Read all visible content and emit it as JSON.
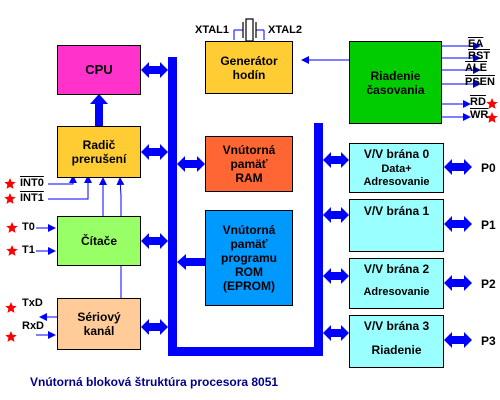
{
  "caption": "Vnútorná bloková štruktúra procesora 8051",
  "colors": {
    "bus": "#0000ff",
    "cpu": "#ff33cc",
    "orange": "#ffcc33",
    "green": "#99ff66",
    "ram": "#ff6633",
    "rom": "#0099ff",
    "serial": "#ffcc99",
    "timing": "#00cc00",
    "port": "#99ffff",
    "star": "#ff0000"
  },
  "blocks": {
    "cpu": "CPU",
    "interrupt": "Radič\nprerušení",
    "counters": "Čítače",
    "serial": "Sériový\nkanál",
    "generator": "Generátor\nhodín",
    "ram": "Vnútorná\npamäť\nRAM",
    "rom": "Vnútorná\npamäť\nprogramu\nROM\n(EPROM)",
    "timing": "Riadenie\nčasovania"
  },
  "xtal": {
    "xtal1": "XTAL1",
    "xtal2": "XTAL2"
  },
  "control_signals": [
    "EA",
    "RST",
    "ALE",
    "PSEN",
    "RD",
    "WR"
  ],
  "left_signals": [
    "INT0",
    "INT1",
    "T0",
    "T1",
    "TxD",
    "RxD"
  ],
  "ports": [
    {
      "title": "V/V brána 0",
      "sub": "Data+\nAdresovanie",
      "pin": "P0"
    },
    {
      "title": "V/V brána 1",
      "sub": "",
      "pin": "P1"
    },
    {
      "title": "V/V brána 2",
      "sub": "Adresovanie",
      "pin": "P2"
    },
    {
      "title": "V/V brána 3",
      "sub": "Riadenie",
      "pin": "P3"
    }
  ]
}
